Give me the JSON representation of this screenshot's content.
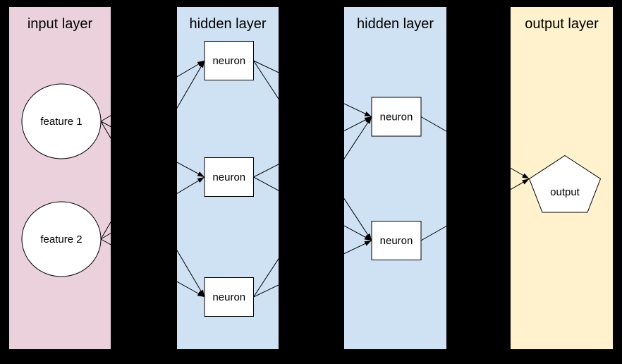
{
  "diagram": {
    "background_color": "#000000",
    "node_fill": "#ffffff",
    "line_color": "#000000",
    "layers": [
      {
        "title": "input layer",
        "color": "#ead1dc",
        "nodes": [
          {
            "id": "feature-1",
            "label": "feature 1",
            "shape": "ellipse"
          },
          {
            "id": "feature-2",
            "label": "feature 2",
            "shape": "ellipse"
          }
        ]
      },
      {
        "title": "hidden layer",
        "color": "#cfe2f3",
        "nodes": [
          {
            "id": "h1-n1",
            "label": "neuron",
            "shape": "rect"
          },
          {
            "id": "h1-n2",
            "label": "neuron",
            "shape": "rect"
          },
          {
            "id": "h1-n3",
            "label": "neuron",
            "shape": "rect"
          }
        ]
      },
      {
        "title": "hidden layer",
        "color": "#cfe2f3",
        "nodes": [
          {
            "id": "h2-n1",
            "label": "neuron",
            "shape": "rect"
          },
          {
            "id": "h2-n2",
            "label": "neuron",
            "shape": "rect"
          }
        ]
      },
      {
        "title": "output layer",
        "color": "#fff2cc",
        "nodes": [
          {
            "id": "output",
            "label": "output",
            "shape": "pentagon"
          }
        ]
      }
    ],
    "connections": [
      {
        "from": "feature-1",
        "to": "h1-n1"
      },
      {
        "from": "feature-1",
        "to": "h1-n2"
      },
      {
        "from": "feature-1",
        "to": "h1-n3"
      },
      {
        "from": "feature-2",
        "to": "h1-n1"
      },
      {
        "from": "feature-2",
        "to": "h1-n2"
      },
      {
        "from": "feature-2",
        "to": "h1-n3"
      },
      {
        "from": "h1-n1",
        "to": "h2-n1"
      },
      {
        "from": "h1-n1",
        "to": "h2-n2"
      },
      {
        "from": "h1-n2",
        "to": "h2-n1"
      },
      {
        "from": "h1-n2",
        "to": "h2-n2"
      },
      {
        "from": "h1-n3",
        "to": "h2-n1"
      },
      {
        "from": "h1-n3",
        "to": "h2-n2"
      },
      {
        "from": "h2-n1",
        "to": "output"
      },
      {
        "from": "h2-n2",
        "to": "output"
      }
    ]
  }
}
